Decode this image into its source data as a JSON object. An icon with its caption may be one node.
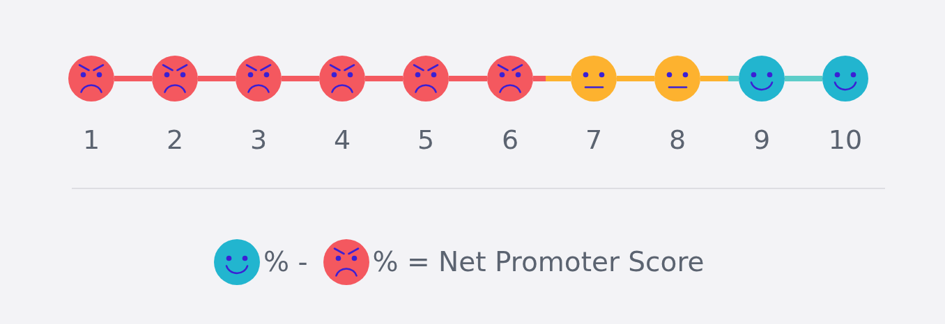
{
  "diagram": {
    "nodes": [
      {
        "text": [],
        "shape": "circle",
        "beside": [
          "1"
        ]
      },
      {
        "text": [],
        "shape": "circle",
        "beside": [
          "2"
        ]
      },
      {
        "text": [],
        "shape": "circle",
        "beside": [
          "3"
        ]
      },
      {
        "text": [],
        "shape": "circle",
        "beside": [
          "4"
        ]
      },
      {
        "text": [],
        "shape": "circle",
        "beside": [
          "5"
        ]
      },
      {
        "text": [],
        "shape": "circle",
        "beside": [
          "6"
        ]
      },
      {
        "text": [],
        "shape": "circle",
        "beside": [
          "7"
        ]
      },
      {
        "text": [],
        "shape": "circle",
        "beside": [
          "8"
        ]
      },
      {
        "text": [],
        "shape": "circle",
        "beside": [
          "9"
        ]
      },
      {
        "text": [],
        "shape": "circle",
        "beside": [
          "10"
        ]
      }
    ],
    "edges": [
      {
        "from": 0,
        "to": 1,
        "arrow": "none"
      },
      {
        "from": 1,
        "to": 2,
        "arrow": "none"
      },
      {
        "from": 2,
        "to": 3,
        "arrow": "none"
      },
      {
        "from": 3,
        "to": 4,
        "arrow": "none"
      },
      {
        "from": 4,
        "to": 5,
        "arrow": "none"
      },
      {
        "from": 5,
        "to": 6,
        "arrow": "none",
        "color": "#fdb22f"
      },
      {
        "from": 6,
        "to": 7,
        "arrow": "none",
        "color": "#fdb22f"
      },
      {
        "from": 7,
        "to": 8,
        "arrow": "none",
        "color": "#5ccdc9"
      },
      {
        "from": 8,
        "to": 9,
        "arrow": "none",
        "color": "#5ccdc9"
      }
    ],
    "labels": [
      "% -",
      "% = Net Promoter Score"
    ]
  }
}
